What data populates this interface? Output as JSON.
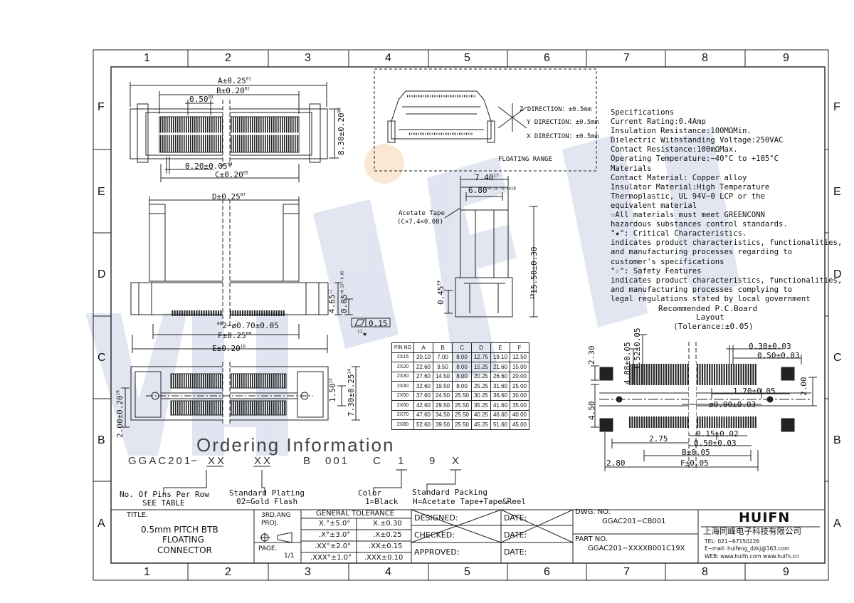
{
  "grid": {
    "columns": [
      "1",
      "2",
      "3",
      "4",
      "5",
      "6",
      "7",
      "8",
      "9"
    ],
    "rows": [
      "F",
      "E",
      "D",
      "C",
      "B",
      "A"
    ]
  },
  "watermark": {
    "text": "HUIFN",
    "color": "#c8d1e6"
  },
  "colors": {
    "line": "#222222",
    "watermark": "#c8d1e6",
    "watermark_dot": "#f5d7b0"
  },
  "dims": {
    "a": "A±0.25",
    "a_n": "01",
    "b": "B±0.20",
    "b_n": "02",
    "p050": "0.50",
    "p050_n": "03",
    "h830": "8.30±0.20",
    "h830_n": "06",
    "p020": "0.20±0.05",
    "p020_n": "04",
    "c": "C±0.20",
    "c_n": "05",
    "d": "D±0.25",
    "d_n": "07",
    "h465": "4.65",
    "h465_n": "12",
    "h005": "0.05",
    "h005_tol": "+0.15 -0.05",
    "holes": "2−ø0.70±0.05",
    "holes_n": "08",
    "f": "F±0.25",
    "f_n": "09",
    "e": "E±0.20",
    "e_n": "10",
    "flat": "0.15",
    "flat_n": "11",
    "h150": "1.50",
    "h150_n": "15",
    "h730": "7.30±0.25",
    "h730_n": "14",
    "h200": "2.00±0.20",
    "h200_n": "16",
    "w740": "7.40",
    "w740_n": "17",
    "w680": "6.80",
    "w680_tol": "+0.20 −0.60",
    "w680_n": "18",
    "acetate": "Acetate Tape",
    "acetate_size": "(C×7.4×0.08)",
    "h1550": "15.50±0.30",
    "h1550_n": "20",
    "h045": "0.45",
    "h045_n": "19"
  },
  "floating": {
    "z": "Z DIRECTION：±0.5mm",
    "y": "Y DIRECTION：±0.5mm",
    "x": "X DIRECTION：±0.5mm",
    "label": "FLOATING RANGE"
  },
  "specs": {
    "lines": [
      "Specifications",
      "Current Rating:0.4Amp",
      "Insulation Resistance:100MΩMin.",
      "Dielectric Withstanding Voltage:250VAC",
      "Contact Resistance:100mΩMax.",
      "Operating Temperature:−40°C to +105°C",
      "Materials",
      "Contact Material: Copper alloy",
      "Insulator Material:High Temperature",
      "Thermoplastic, UL 94V−0 LCP or the",
      "equivalent material",
      "☆All materials must meet GREENCONN",
      "hazardous substances control standards.",
      "\"★\": Critical Characteristics.",
      "indicates product characteristics, functionalities,",
      "and manufacturing processes regarding to",
      "customer's specifications",
      "\"☆\": Safety Features",
      "indicates product characteristics, functionalities,",
      "and manufacturing processes complying to",
      "legal regulations stated by local government"
    ]
  },
  "pcb": {
    "title1": "Recommended P.C.Board",
    "title2": "Layout",
    "title3": "(Tolerance:±0.05)",
    "d230": "2.30",
    "d488": "4.88±0.05",
    "d152": "1.52±0.05",
    "d030": "0.30±0.03",
    "d050a": "0.50±0.03",
    "d170": "1.70±0.05",
    "d200": "2.00",
    "d450": "4.50",
    "d090": "ø0.90±0.03",
    "d015": "0.15±0.02",
    "d050b": "0.50±0.03",
    "d275": "2.75",
    "b": "B±0.05",
    "d280": "2.80",
    "f": "F±0.05"
  },
  "pin_table": {
    "headers": [
      "PIN NO",
      "A",
      "B",
      "C",
      "D",
      "E",
      "F"
    ],
    "rows": [
      [
        "2X15",
        "20.10",
        "7.00",
        "8.00",
        "12.75",
        "19.10",
        "12.50"
      ],
      [
        "2X20",
        "22.60",
        "9.50",
        "8.00",
        "15.25",
        "21.60",
        "15.00"
      ],
      [
        "2X30",
        "27.60",
        "14.50",
        "8.00",
        "20.25",
        "26.60",
        "20.00"
      ],
      [
        "2X40",
        "32.60",
        "19.50",
        "8.00",
        "25.25",
        "31.60",
        "25.00"
      ],
      [
        "2X50",
        "37.60",
        "24.50",
        "25.50",
        "30.25",
        "36.60",
        "30.00"
      ],
      [
        "2X60",
        "42.60",
        "29.50",
        "25.50",
        "35.25",
        "41.60",
        "35.00"
      ],
      [
        "2X70",
        "47.60",
        "34.50",
        "25.50",
        "40.25",
        "46.60",
        "40.00"
      ],
      [
        "2X80",
        "52.60",
        "39.50",
        "25.50",
        "45.25",
        "51.60",
        "45.00"
      ]
    ]
  },
  "ordering": {
    "title": "Ordering Information",
    "code": [
      "GGAC201",
      "−",
      "XX",
      "XX",
      "B",
      "001",
      "C",
      "1",
      "9",
      "X"
    ],
    "pins_label": "No. Of Pins Per Row",
    "pins_value": "SEE TABLE",
    "plating_label": "Standard Plating",
    "plating_value": "02=Gold Flash",
    "color_label": "Color",
    "color_value": "1=Black",
    "packing_label": "Standard Packing",
    "packing_value": "H=Acetate Tape+Tape&Reel"
  },
  "title_block": {
    "title_label": "TITLE.",
    "title_lines": [
      "0.5mm PITCH BTB",
      "FLOATING",
      "CONNECTOR"
    ],
    "proj_label": [
      "3RD.ANG",
      "PROJ."
    ],
    "page_label": "PAGE.",
    "page_value": "1/1",
    "tol_header": "GENERAL TOLERANCE",
    "tol": [
      [
        "X.°±5.0°",
        "X.±0.30"
      ],
      [
        ".X°±3.0°",
        ".X±0.25"
      ],
      [
        ".XX°±2.0°",
        ".XX±0.15"
      ],
      [
        ".XXX°±1.0°",
        ".XXX±0.10"
      ]
    ],
    "designed": "DESIGNED:",
    "checked": "CHECKED:",
    "approved": "APPROVED:",
    "date": "DATE:",
    "dwg_label": "DWG. NO.",
    "dwg_value": "GGAC201−CB001",
    "part_label": "PART NO.",
    "part_value": "GGAC201−XXXXB001C19X",
    "logo": "HUIFN",
    "company": "上海同峰电子科技有限公司",
    "tel": "TEL: 021−67150226",
    "email": "E−mail: huifeng_dzkj@163.com",
    "web": "WEB: www.huifn.com   www.huifn.cn"
  }
}
